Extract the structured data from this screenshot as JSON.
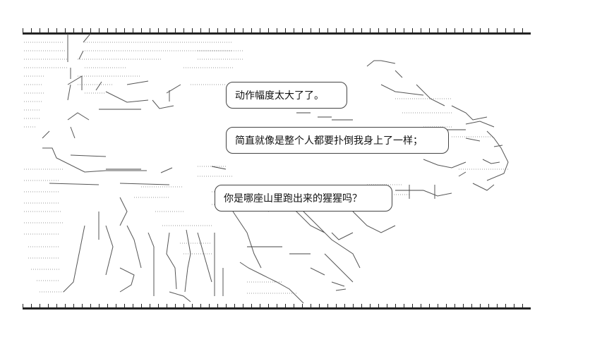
{
  "bubbles": {
    "first": "动作幅度太大了了。",
    "second": "简直就像是整个人都要扑倒我身上了一样；",
    "third": "你是哪座山里跑出来的猩猩吗？"
  }
}
